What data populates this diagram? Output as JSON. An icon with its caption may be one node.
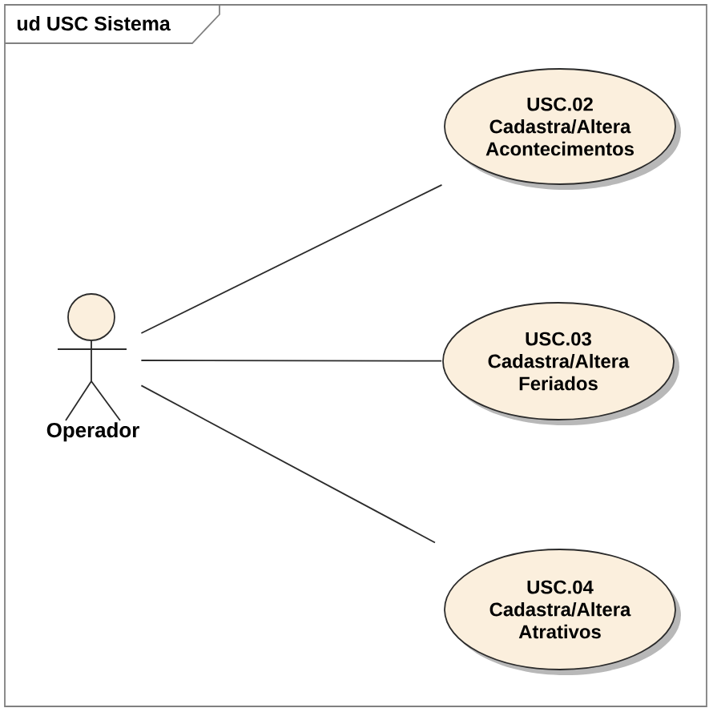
{
  "diagram": {
    "title": "ud USC Sistema",
    "nodes": [
      {
        "text": [
          "Operador"
        ]
      },
      {
        "text": [
          "USC.02",
          "Cadastra/Altera Acontecimentos"
        ]
      },
      {
        "text": [
          "USC.03",
          "Cadastra/Altera Feriados"
        ]
      },
      {
        "text": [
          "USC.04",
          "Cadastra/Altera Atrativos"
        ]
      }
    ],
    "edges": [
      {
        "from": 0,
        "to": 1,
        "arrow": "none"
      },
      {
        "from": 0,
        "to": 2,
        "arrow": "none"
      },
      {
        "from": 0,
        "to": 3,
        "arrow": "none"
      }
    ]
  }
}
